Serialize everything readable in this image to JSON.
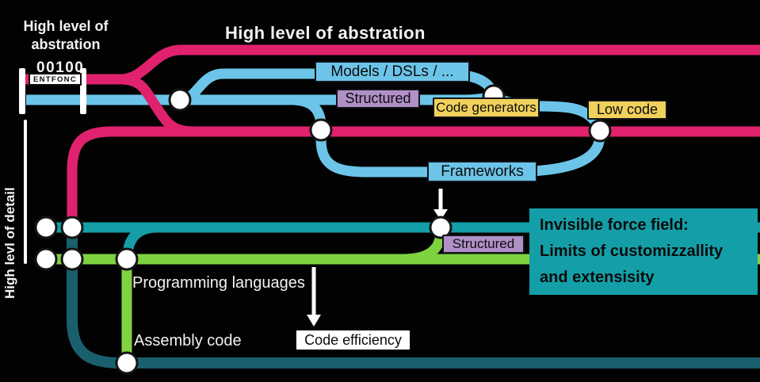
{
  "title": "High level of abstration",
  "legend": {
    "title_line1": "High level of",
    "title_line2": "abstration",
    "binary": "00100",
    "chip": "ENTFONC"
  },
  "axis_label": "High levl of detail",
  "chips": {
    "models": "Models / DSLs / ...",
    "structured_top": "Structured",
    "code_generators": "Code generators",
    "low_code": "Low code",
    "frameworks": "Frameworks",
    "structured_bottom": "Structured",
    "code_efficiency": "Code efficiency"
  },
  "labels": {
    "programming_languages": "Programming languages",
    "assembly_code": "Assembly code"
  },
  "force_field": {
    "lines": [
      "Invisible force field:",
      "Limits of customizzallity",
      "and extensisity"
    ]
  },
  "colors": {
    "pink": "#e0226e",
    "blue": "#6cc5e9",
    "teal": "#149fa8",
    "dark_teal": "#1a5f6e",
    "green": "#7fd341",
    "yellow": "#efd15c",
    "purple": "#b090c7",
    "white": "#ffffff",
    "station_stroke": "#151515"
  }
}
